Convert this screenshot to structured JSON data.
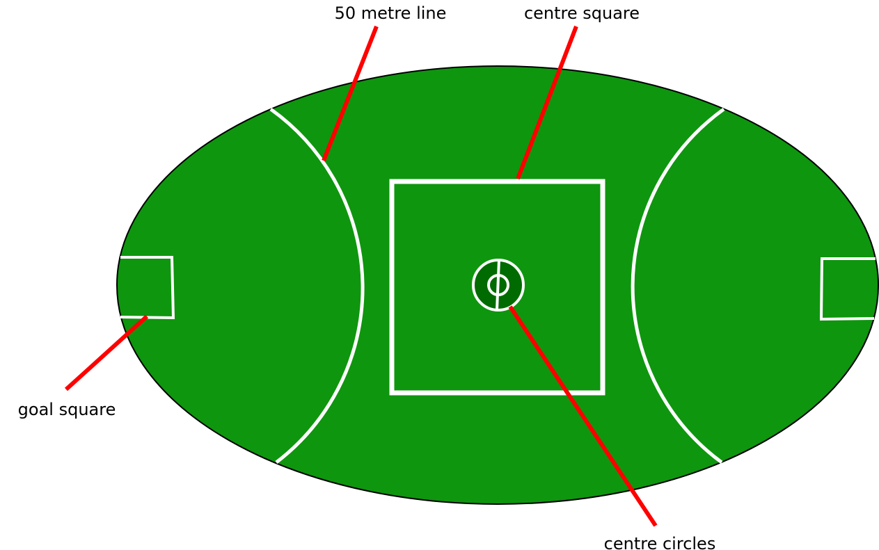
{
  "labels": {
    "fifty_metre_line": "50 metre line",
    "centre_square": "centre square",
    "goal_square": "goal square",
    "centre_circles": "centre circles"
  },
  "colors": {
    "field": "#0e960e",
    "centre_circle_fill": "#006b00",
    "markings": "#ffffff",
    "pointer": "#ff0000",
    "outline": "#000000"
  }
}
